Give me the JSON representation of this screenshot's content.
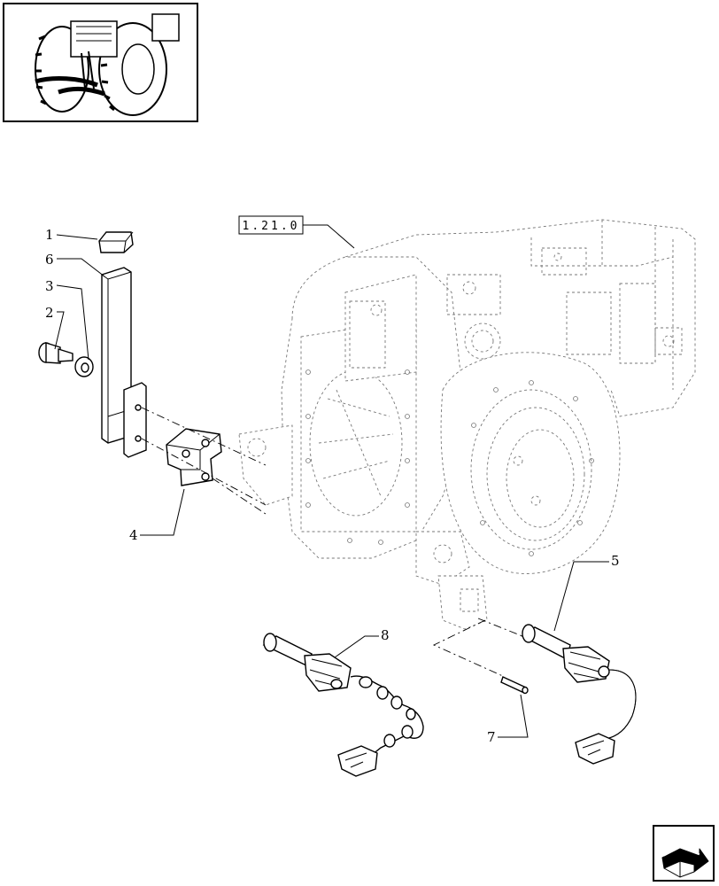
{
  "reference_box": {
    "label": "1.21.0"
  },
  "callouts": [
    {
      "id": "1",
      "label": "1"
    },
    {
      "id": "6",
      "label": "6"
    },
    {
      "id": "3",
      "label": "3"
    },
    {
      "id": "2",
      "label": "2"
    },
    {
      "id": "4",
      "label": "4"
    },
    {
      "id": "8",
      "label": "8"
    },
    {
      "id": "5",
      "label": "5"
    },
    {
      "id": "7",
      "label": "7"
    }
  ],
  "icons": {
    "thumbnail": "tractor-thumbnail-icon",
    "next_page": "next-page-arrow-icon"
  }
}
